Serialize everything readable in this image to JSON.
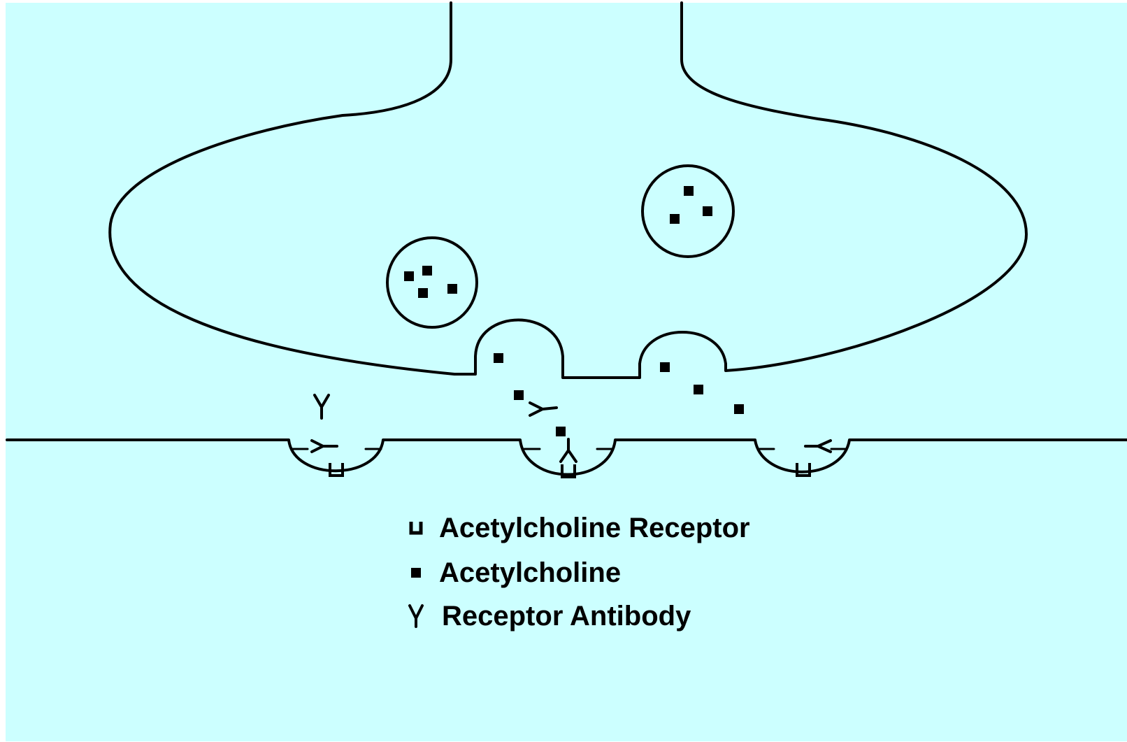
{
  "colors": {
    "background": "#ccffff",
    "page": "#ffffff",
    "stroke": "#000000"
  },
  "diagram": {
    "legend": [
      {
        "symbol": "acetylcholine-receptor-icon",
        "label": "Acetylcholine Receptor"
      },
      {
        "symbol": "acetylcholine-icon",
        "label": "Acetylcholine"
      },
      {
        "symbol": "receptor-antibody-icon",
        "label": "Receptor Antibody"
      }
    ]
  }
}
